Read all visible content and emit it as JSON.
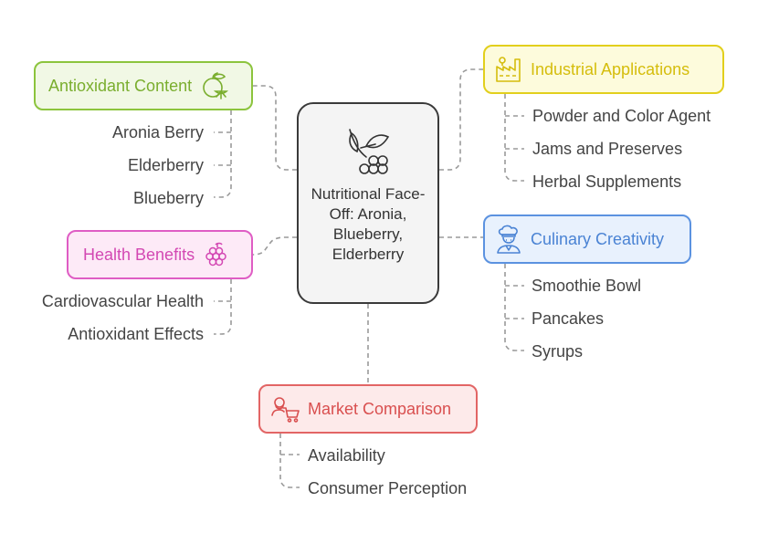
{
  "center": {
    "title": "Nutritional Face-Off: Aronia, Blueberry, Elderberry",
    "icon": "berry-branch-icon"
  },
  "branches": [
    {
      "id": "antioxidant",
      "label": "Antioxidant Content",
      "icon": "citrus-icon",
      "color": "#8cc43d",
      "items": [
        "Aronia Berry",
        "Elderberry",
        "Blueberry"
      ]
    },
    {
      "id": "industrial",
      "label": "Industrial Applications",
      "icon": "factory-icon",
      "color": "#e2cf1c",
      "items": [
        "Powder and Color Agent",
        "Jams and Preserves",
        "Herbal Supplements"
      ]
    },
    {
      "id": "health",
      "label": "Health Benefits",
      "icon": "raspberry-icon",
      "color": "#df5dc4",
      "items": [
        "Cardiovascular Health",
        "Antioxidant Effects"
      ]
    },
    {
      "id": "culinary",
      "label": "Culinary Creativity",
      "icon": "chef-icon",
      "color": "#5b92e0",
      "items": [
        "Smoothie Bowl",
        "Pancakes",
        "Syrups"
      ]
    },
    {
      "id": "market",
      "label": "Market Comparison",
      "icon": "shopper-cart-icon",
      "color": "#e26565",
      "items": [
        "Availability",
        "Consumer Perception"
      ]
    }
  ]
}
